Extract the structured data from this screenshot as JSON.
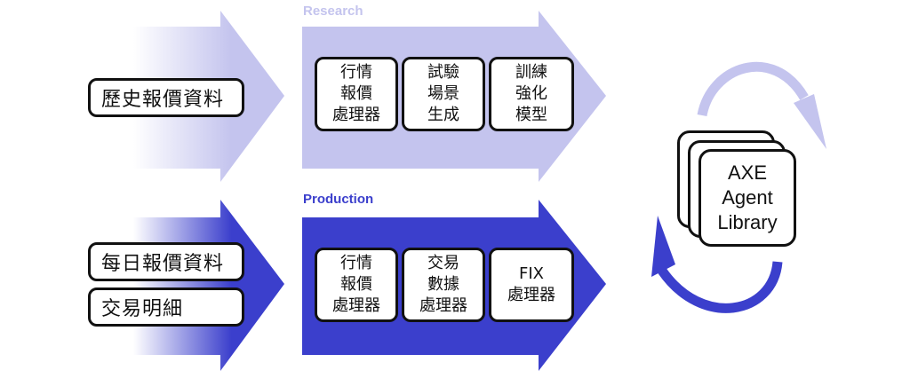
{
  "colors": {
    "research": "#c4c4ee",
    "production": "#3b3fcc",
    "research_label": "#c4c4ee",
    "production_label": "#3b3fcc",
    "cycle_top": "#c4c4ee",
    "cycle_bottom": "#3b3fcc"
  },
  "research": {
    "label": "Research",
    "inputs": [
      "歷史報價資料"
    ],
    "steps": [
      "行情\n報價\n處理器",
      "試驗\n場景\n生成",
      "訓練\n強化\n模型"
    ]
  },
  "production": {
    "label": "Production",
    "inputs": [
      "每日報價資料",
      "交易明細"
    ],
    "steps": [
      "行情\n報價\n處理器",
      "交易\n數據\n處理器",
      "FIX\n處理器"
    ]
  },
  "library": {
    "label": "AXE\nAgent\nLibrary"
  }
}
